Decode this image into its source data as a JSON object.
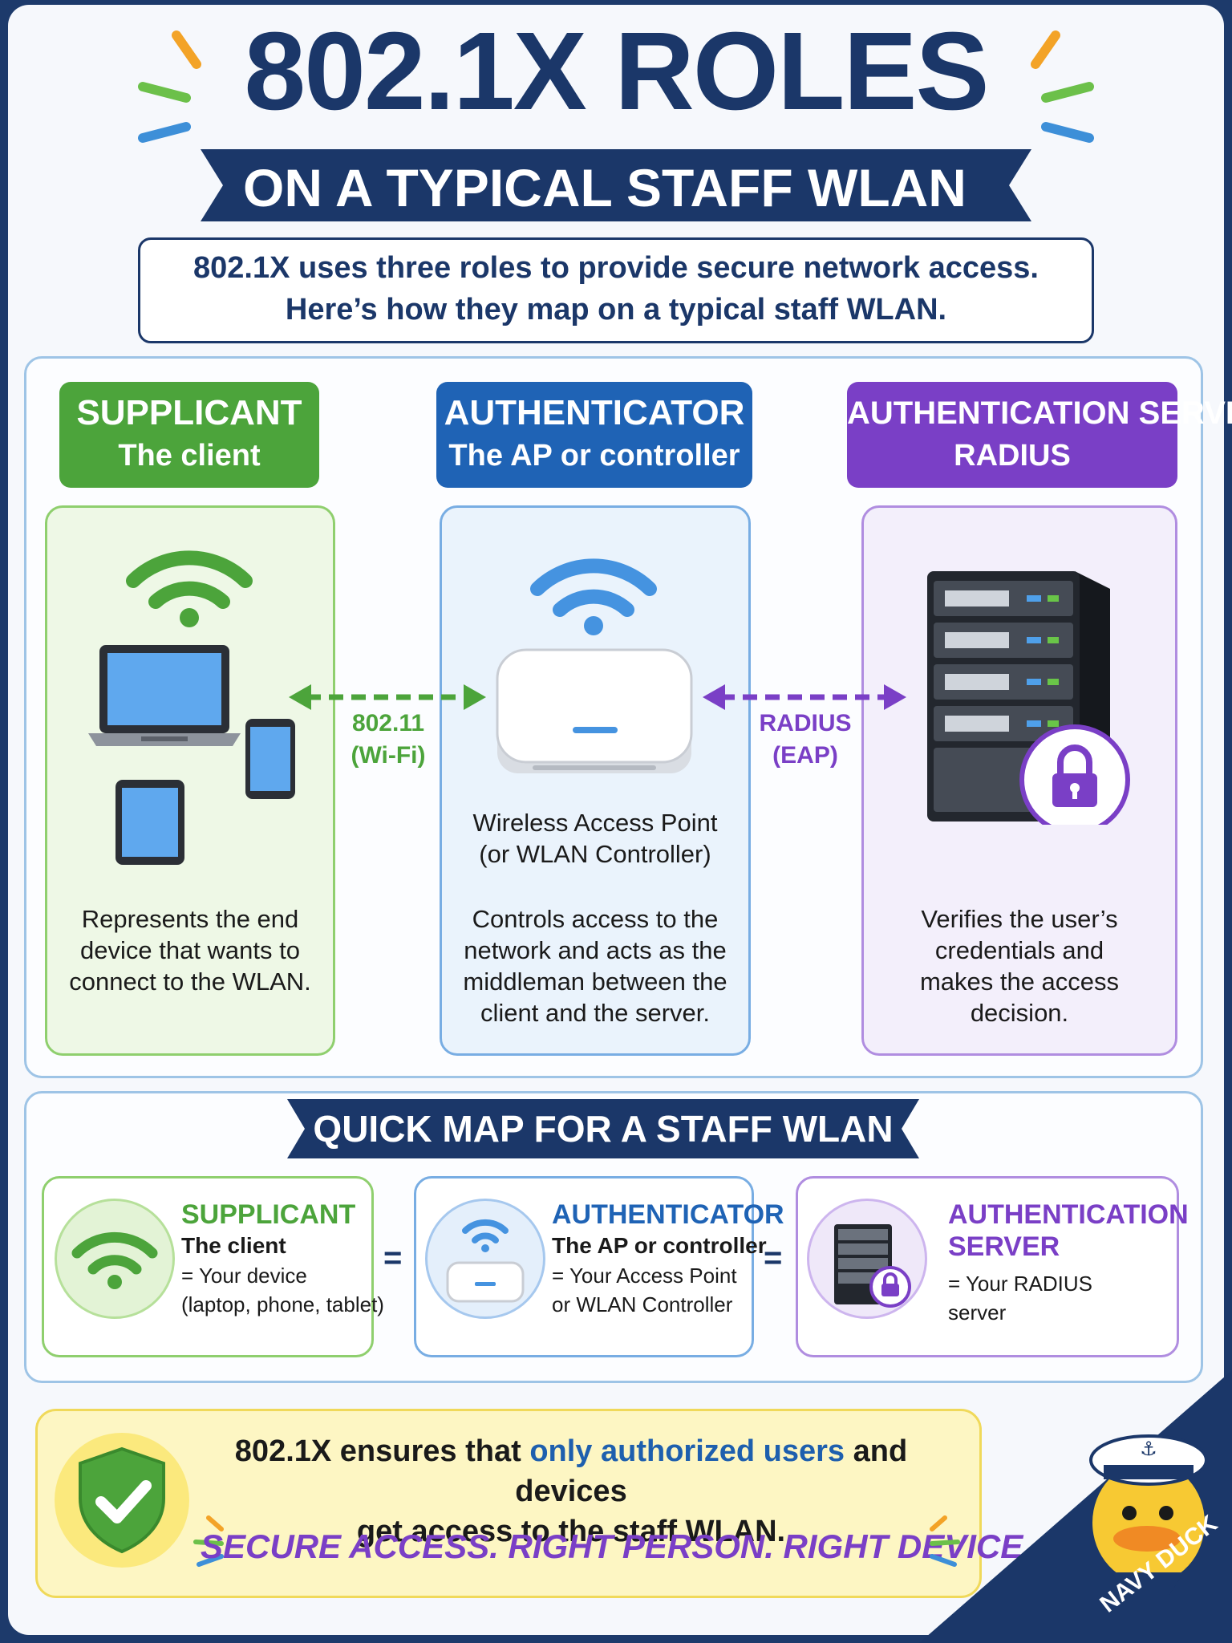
{
  "header": {
    "title": "802.1X ROLES",
    "subtitle": "ON A TYPICAL STAFF WLAN"
  },
  "intro": {
    "line1": "802.1X uses three roles to provide secure network access.",
    "line2": "Here’s how they map on a typical staff WLAN."
  },
  "roles": [
    {
      "badge_title": "SUPPLICANT",
      "badge_subtitle": "The client",
      "desc": [
        "Represents the end",
        "device that wants to",
        "connect to the WLAN."
      ],
      "color": "#4ca43b",
      "card_bg": "#eef8e6",
      "border": "#8fcf6e"
    },
    {
      "badge_title": "AUTHENTICATOR",
      "badge_subtitle": "The AP or controller",
      "device_label": [
        "Wireless Access Point",
        "(or WLAN Controller)"
      ],
      "desc": [
        "Controls access to the",
        "network and acts as the",
        "middleman between the",
        "client and the server."
      ],
      "color": "#1f63b5",
      "card_bg": "#eaf3fc",
      "border": "#78ade3"
    },
    {
      "badge_title": "AUTHENTICATION SERVER",
      "badge_subtitle": "RADIUS",
      "desc": [
        "Verifies the user’s",
        "credentials and",
        "makes the access",
        "decision."
      ],
      "color": "#7a3fc6",
      "card_bg": "#f3effb",
      "border": "#b08de0"
    }
  ],
  "links": [
    {
      "line1": "802.11",
      "line2": "(Wi-Fi)",
      "color": "#4ca43b"
    },
    {
      "line1": "RADIUS",
      "line2": "(EAP)",
      "color": "#7a3fc6"
    }
  ],
  "quick_map": {
    "title": "QUICK MAP FOR A STAFF WLAN",
    "equals": "=",
    "items": [
      {
        "title": "SUPPLICANT",
        "subtitle": "The client",
        "detail": [
          "= Your device",
          "(laptop, phone, tablet)"
        ]
      },
      {
        "title": "AUTHENTICATOR",
        "subtitle": "The AP or controller",
        "detail": [
          "= Your Access Point",
          "or WLAN Controller"
        ]
      },
      {
        "title_lines": [
          "AUTHENTICATION",
          "SERVER"
        ],
        "detail": [
          "= Your RADIUS",
          "server"
        ]
      }
    ]
  },
  "footer": {
    "pre": "802.1X ensures that ",
    "highlight": "only authorized users",
    "post": " and devices",
    "line2": "get access to the staff WLAN.",
    "slogan": "SECURE ACCESS. RIGHT PERSON. RIGHT DEVICE.",
    "mascot": "NAVY DUCK"
  },
  "colors": {
    "navy": "#1b3769",
    "green": "#4ca43b",
    "blue": "#1f63b5",
    "purple": "#7a3fc6",
    "orange": "#f3a327"
  }
}
